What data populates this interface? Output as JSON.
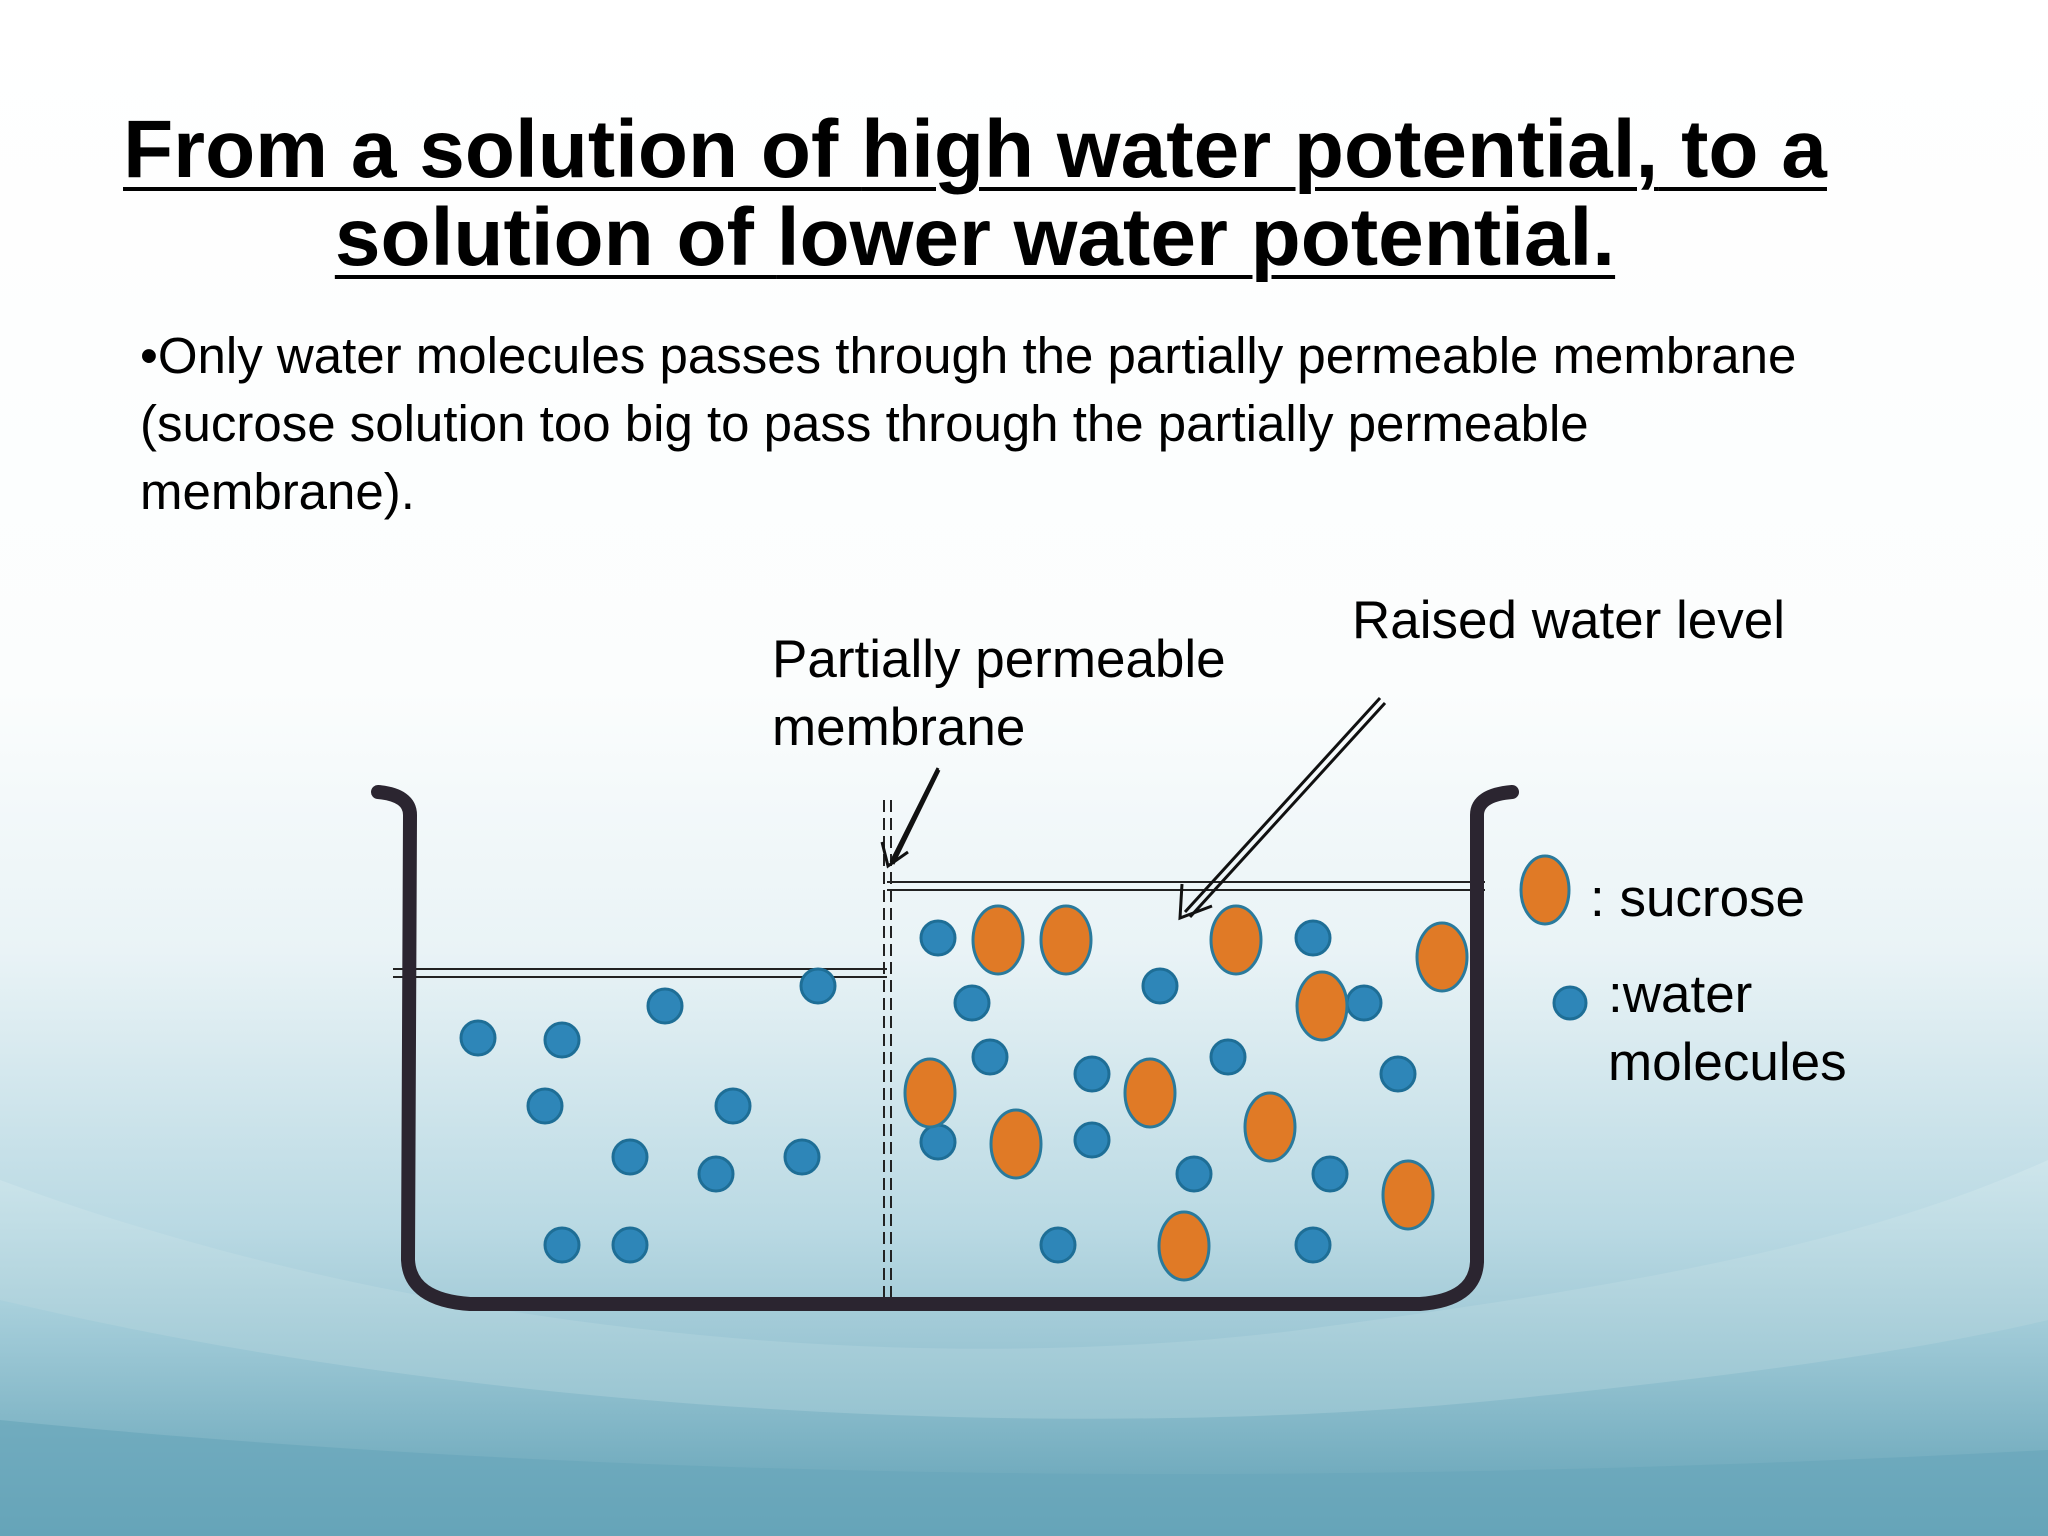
{
  "title": {
    "part1": "From a solution of ",
    "bold1": "high water potential,",
    "part2": " to a solution of ",
    "bold2": "lower water potential."
  },
  "bullet": {
    "mark": "•",
    "text": "Only water molecules passes through the partially permeable membrane (sucrose solution too big to pass through the partially permeable membrane)."
  },
  "labels": {
    "membrane": "Partially permeable membrane",
    "raised_level": "Raised water level"
  },
  "legend": {
    "sucrose": ": sucrose",
    "water": ":water molecules"
  },
  "colors": {
    "sucrose": "#E07A26",
    "water": "#2E86B8",
    "outline": "#2A7A9C",
    "beaker": "#2B2530"
  }
}
